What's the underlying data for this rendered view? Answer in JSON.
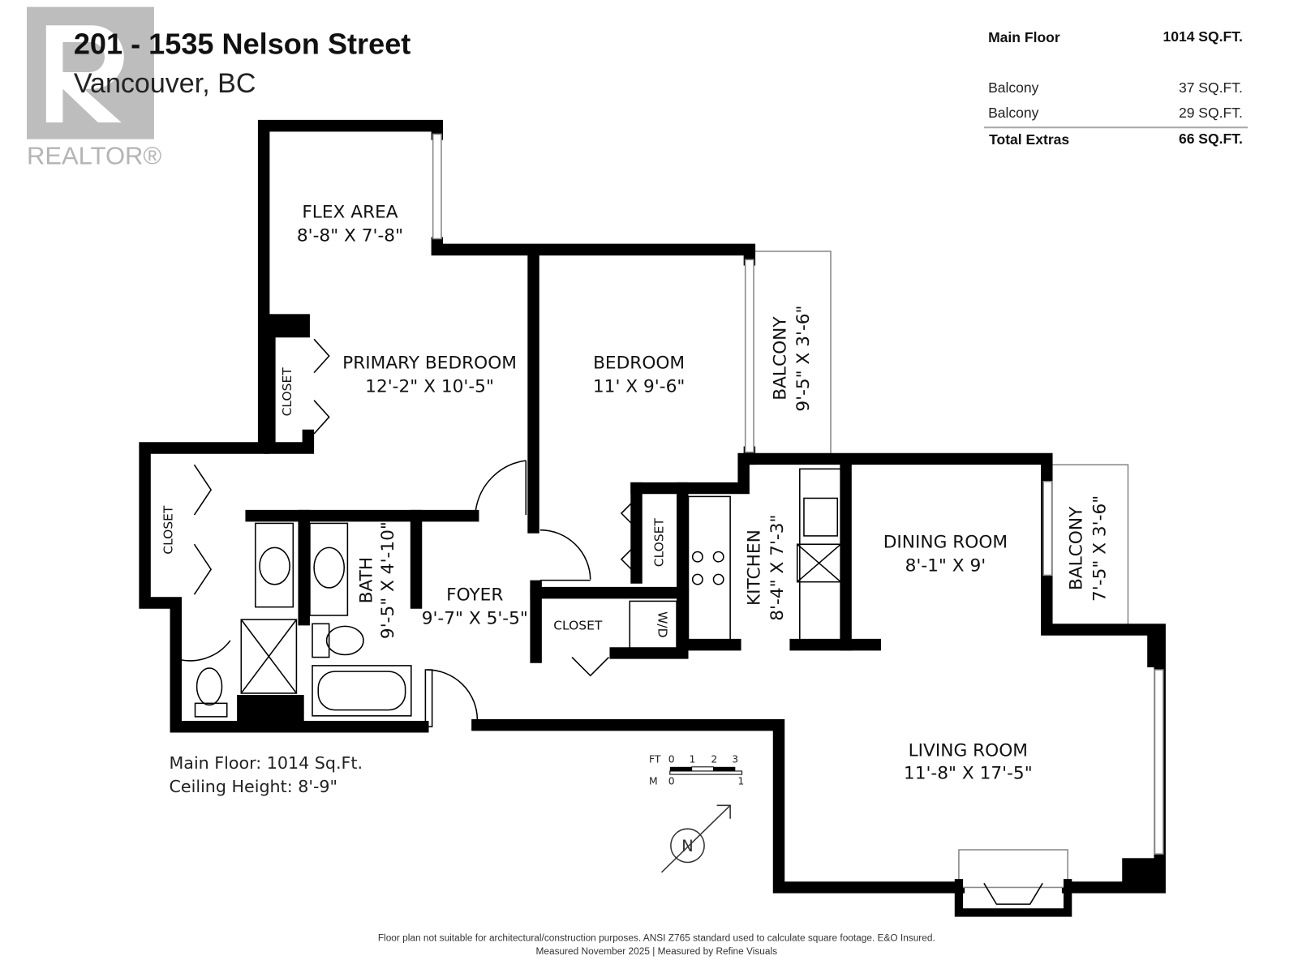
{
  "header": {
    "title": "201 - 1535 Nelson Street",
    "subtitle": "Vancouver, BC"
  },
  "logo": {
    "text": "REALTOR®"
  },
  "area_table": {
    "main": {
      "label": "Main Floor",
      "value": "1014 SQ.FT."
    },
    "extras": [
      {
        "label": "Balcony",
        "value": "37 SQ.FT."
      },
      {
        "label": "Balcony",
        "value": "29 SQ.FT."
      }
    ],
    "total": {
      "label": "Total Extras",
      "value": "66 SQ.FT."
    }
  },
  "rooms": {
    "flex": {
      "name": "FLEX AREA",
      "dims": "8'-8\" X 7'-8\""
    },
    "primary": {
      "name": "PRIMARY BEDROOM",
      "dims": "12'-2\" X 10'-5\""
    },
    "bedroom": {
      "name": "BEDROOM",
      "dims": "11' X 9'-6\""
    },
    "balcony1": {
      "name": "BALCONY",
      "dims": "9'-5\" X 3'-6\""
    },
    "balcony2": {
      "name": "BALCONY",
      "dims": "7'-5\" X 3'-6\""
    },
    "bath": {
      "name": "BATH",
      "dims": "9'-5\" X 4'-10\""
    },
    "foyer": {
      "name": "FOYER",
      "dims": "9'-7\" X 5'-5\""
    },
    "kitchen": {
      "name": "KITCHEN",
      "dims": "8'-4\" X 7'-3\""
    },
    "dining": {
      "name": "DINING ROOM",
      "dims": "8'-1\" X 9'"
    },
    "living": {
      "name": "LIVING ROOM",
      "dims": "11'-8\" X 17'-5\""
    },
    "closet_label": "CLOSET",
    "wd_label": "W/D"
  },
  "summary": {
    "main_floor": "Main Floor: 1014 Sq.Ft.",
    "ceiling": "Ceiling Height: 8'-9\""
  },
  "scale_bar": {
    "ft_label": "FT",
    "ft_ticks": [
      "0",
      "1",
      "2",
      "3"
    ],
    "m_label": "M",
    "m_ticks": [
      "0",
      "1"
    ]
  },
  "compass": {
    "label": "N"
  },
  "footer": {
    "line1": "Floor plan not suitable for architectural/construction purposes. ANSI Z765 standard used to calculate square footage. E&O Insured.",
    "line2": "Measured November 2025 | Measured by Refine Visuals"
  }
}
